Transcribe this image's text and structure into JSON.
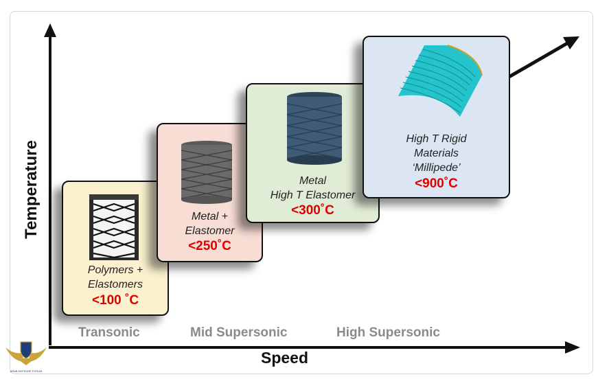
{
  "axes": {
    "y_label": "Temperature",
    "x_label": "Speed"
  },
  "regimes": [
    "Transonic",
    "Mid Supersonic",
    "High Supersonic"
  ],
  "cards": [
    {
      "caption_lines": [
        "Polymers +",
        "Elastomers"
      ],
      "temperature": "<100 ˚C",
      "background": "#fbf1cf"
    },
    {
      "caption_lines": [
        "Metal +",
        "Elastomer"
      ],
      "temperature": "<250˚C",
      "background": "#f7ddd3"
    },
    {
      "caption_lines": [
        "Metal",
        "High T Elastomer"
      ],
      "temperature": "<300˚C",
      "background": "#e1ecd6"
    },
    {
      "caption_lines": [
        "High T Rigid",
        "Materials",
        "‘Millipede’"
      ],
      "temperature": "<900˚C",
      "background": "#dce6f3"
    }
  ],
  "logo": {
    "text": "ARAB DEFENSE FORUM",
    "icon": "eagle-shield-icon"
  },
  "colors": {
    "temperature_text": "#e00000",
    "regime_text": "#8a8a8a",
    "axis": "#111111"
  }
}
